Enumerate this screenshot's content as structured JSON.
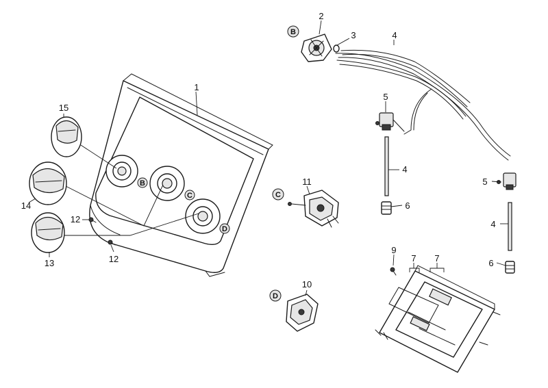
{
  "callouts": {
    "c1": "1",
    "c2": "2",
    "c3": "3",
    "c4a": "4",
    "c4b": "4",
    "c4c": "4",
    "c5a": "5",
    "c5b": "5",
    "c6a": "6",
    "c6b": "6",
    "c7a": "7",
    "c7b": "7",
    "c9": "9",
    "c10": "10",
    "c11": "11",
    "c12a": "12",
    "c12b": "12",
    "c13": "13",
    "c14": "14",
    "c15": "15"
  },
  "refs": {
    "panel_b": "B",
    "panel_c": "C",
    "panel_d": "D",
    "switch_b": "B",
    "switch_c": "C",
    "switch_d": "D"
  }
}
